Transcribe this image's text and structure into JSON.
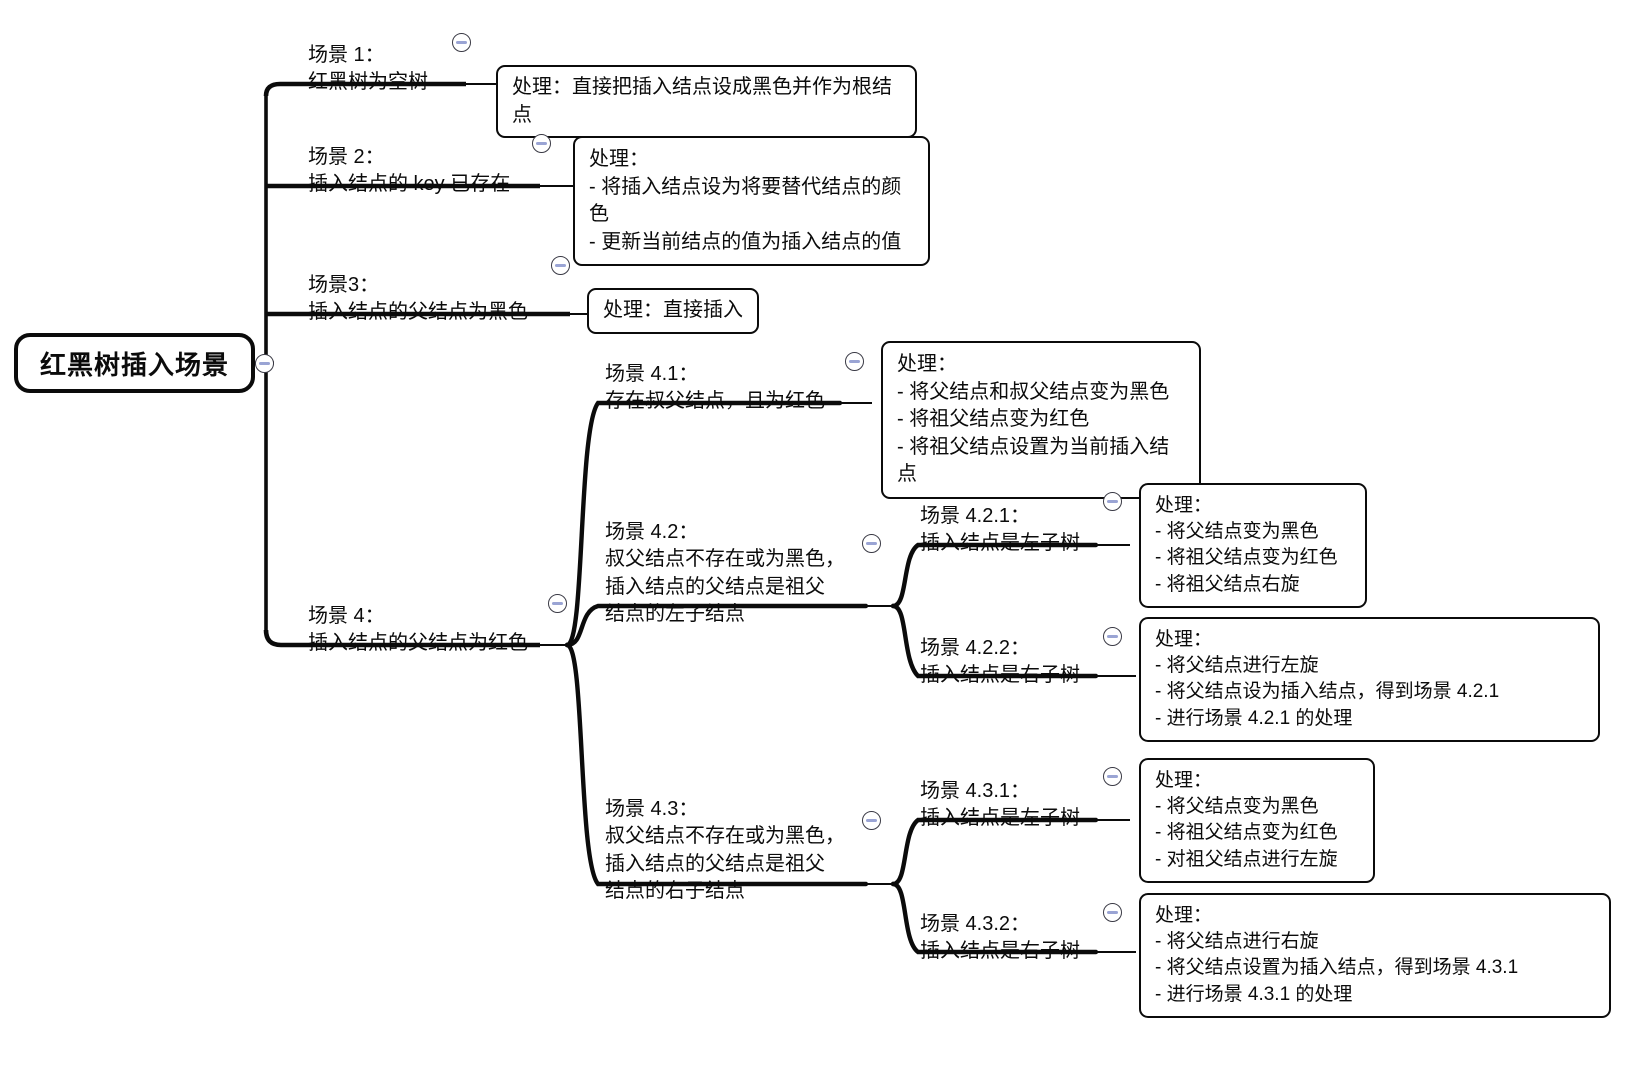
{
  "diagram": {
    "title": "红黑树插入场景",
    "type": "mindmap",
    "root": {
      "label": "红黑树插入场景"
    },
    "icons": {
      "collapse": "collapse-minus-icon"
    },
    "colors": {
      "stroke": "#0b0b0b",
      "background": "#ffffff",
      "toggle_border": "#3b3b46",
      "toggle_minus": "#9aa4d4"
    },
    "branches": [
      {
        "id": "s1",
        "label": "场景 1：\n红黑树为空树",
        "detail": "处理：直接把插入结点设成黑色并作为根结点"
      },
      {
        "id": "s2",
        "label": "场景 2：\n插入结点的 key 已存在",
        "detail": "处理：\n- 将插入结点设为将要替代结点的颜色\n- 更新当前结点的值为插入结点的值"
      },
      {
        "id": "s3",
        "label": "场景3：\n插入结点的父结点为黑色",
        "detail": "处理：直接插入"
      },
      {
        "id": "s4",
        "label": "场景 4：\n插入结点的父结点为红色",
        "children": [
          {
            "id": "s41",
            "label": "场景 4.1：\n存在叔父结点，且为红色",
            "detail": "处理：\n- 将父结点和叔父结点变为黑色\n- 将祖父结点变为红色\n- 将祖父结点设置为当前插入结点"
          },
          {
            "id": "s42",
            "label": "场景 4.2：\n叔父结点不存在或为黑色，\n插入结点的父结点是祖父\n结点的左子结点",
            "children": [
              {
                "id": "s421",
                "label": "场景 4.2.1：\n插入结点是左子树",
                "detail": "处理：\n- 将父结点变为黑色\n- 将祖父结点变为红色\n- 将祖父结点右旋"
              },
              {
                "id": "s422",
                "label": "场景 4.2.2：\n插入结点是右子树",
                "detail": "处理：\n- 将父结点进行左旋\n- 将父结点设为插入结点，得到场景 4.2.1\n- 进行场景 4.2.1 的处理"
              }
            ]
          },
          {
            "id": "s43",
            "label": "场景 4.3：\n叔父结点不存在或为黑色，\n插入结点的父结点是祖父\n结点的右子结点",
            "children": [
              {
                "id": "s431",
                "label": "场景 4.3.1：\n插入结点是左子树",
                "detail": "处理：\n- 将父结点变为黑色\n- 将祖父结点变为红色\n- 对祖父结点进行左旋"
              },
              {
                "id": "s432",
                "label": "场景 4.3.2：\n插入结点是右子树",
                "detail": "处理：\n- 将父结点进行右旋\n- 将父结点设置为插入结点，得到场景 4.3.1\n- 进行场景 4.3.1 的处理"
              }
            ]
          }
        ]
      }
    ]
  }
}
